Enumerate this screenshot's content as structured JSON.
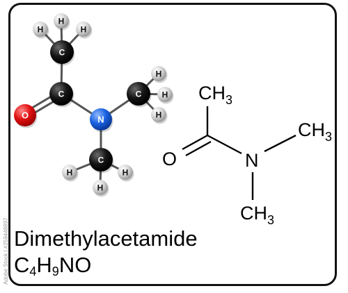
{
  "compound": {
    "name": "Dimethylacetamide",
    "formula_parts": [
      "C",
      "4",
      "H",
      "9",
      "NO"
    ]
  },
  "ball_model": {
    "atoms": [
      {
        "id": "H1",
        "element": "H",
        "label": "H"
      },
      {
        "id": "H2",
        "element": "H",
        "label": "H"
      },
      {
        "id": "H3",
        "element": "H",
        "label": "H"
      },
      {
        "id": "C1",
        "element": "C",
        "label": "C"
      },
      {
        "id": "C2",
        "element": "C",
        "label": "C"
      },
      {
        "id": "O1",
        "element": "O",
        "label": "O"
      },
      {
        "id": "N1",
        "element": "N",
        "label": "N"
      },
      {
        "id": "C3",
        "element": "C",
        "label": "C"
      },
      {
        "id": "H4",
        "element": "H",
        "label": "H"
      },
      {
        "id": "H5",
        "element": "H",
        "label": "H"
      },
      {
        "id": "H6",
        "element": "H",
        "label": "H"
      },
      {
        "id": "C4",
        "element": "C",
        "label": "C"
      },
      {
        "id": "H7",
        "element": "H",
        "label": "H"
      },
      {
        "id": "H8",
        "element": "H",
        "label": "H"
      },
      {
        "id": "H9",
        "element": "H",
        "label": "H"
      }
    ],
    "bonds": [
      {
        "a": "C1",
        "b": "H1",
        "order": 1
      },
      {
        "a": "C1",
        "b": "H2",
        "order": 1
      },
      {
        "a": "C1",
        "b": "H3",
        "order": 1
      },
      {
        "a": "C1",
        "b": "C2",
        "order": 1
      },
      {
        "a": "C2",
        "b": "O1",
        "order": 2
      },
      {
        "a": "C2",
        "b": "N1",
        "order": 1
      },
      {
        "a": "N1",
        "b": "C3",
        "order": 1
      },
      {
        "a": "N1",
        "b": "C4",
        "order": 1
      },
      {
        "a": "C3",
        "b": "H4",
        "order": 1
      },
      {
        "a": "C3",
        "b": "H5",
        "order": 1
      },
      {
        "a": "C3",
        "b": "H6",
        "order": 1
      },
      {
        "a": "C4",
        "b": "H7",
        "order": 1
      },
      {
        "a": "C4",
        "b": "H8",
        "order": 1
      },
      {
        "a": "C4",
        "b": "H9",
        "order": 1
      }
    ],
    "colors": {
      "C": "#111111",
      "H": "#d4d4d4",
      "O": "#e01010",
      "N": "#1a62e0",
      "bond": "#555555"
    }
  },
  "skeletal": {
    "labels": {
      "ch3_top": {
        "main": "CH",
        "sub": "3"
      },
      "ch3_right": {
        "main": "CH",
        "sub": "3"
      },
      "ch3_bottom": {
        "main": "CH",
        "sub": "3"
      },
      "oxygen": "O",
      "nitrogen": "N"
    },
    "line_color": "#000000"
  },
  "stock_id": "Adobe Stock | #259448897"
}
